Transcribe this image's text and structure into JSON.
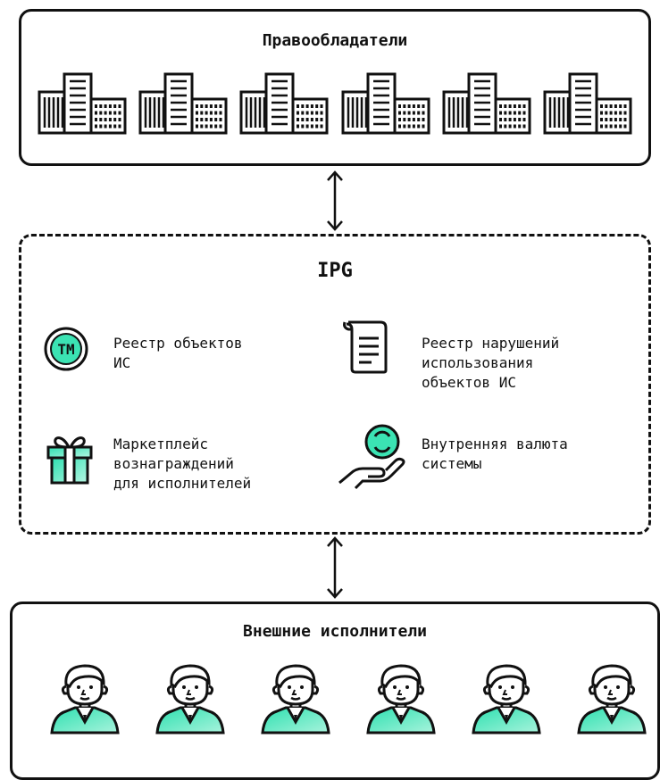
{
  "holders": {
    "title": "Правообладатели",
    "count": 6,
    "icon": "office-buildings-icon"
  },
  "platform": {
    "title": "IPG",
    "features": [
      {
        "label": "Реестр объектов\nИС",
        "icon": "trademark-icon"
      },
      {
        "label": "Реестр нарушений\nиспользования\nобъектов ИС",
        "icon": "document-scroll-icon"
      },
      {
        "label": "Маркетплейс\nвознаграждений\nдля исполнителей",
        "icon": "gift-icon"
      },
      {
        "label": "Внутренняя валюта\nсистемы",
        "icon": "hand-coin-icon"
      }
    ]
  },
  "performers": {
    "title": "Внешние исполнители",
    "count": 6,
    "icon": "person-avatar-icon"
  },
  "colors": {
    "stroke": "#111111",
    "accent": "#3be3b3",
    "accent_light": "#8ff0d4"
  }
}
